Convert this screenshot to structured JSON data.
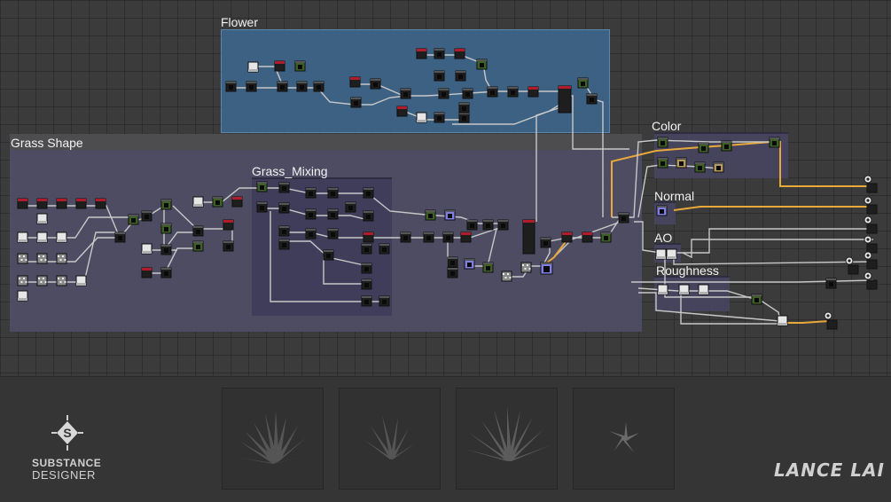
{
  "frames": {
    "flower": {
      "title": "Flower"
    },
    "grass_shape": {
      "title": "Grass Shape"
    },
    "grass_mixing": {
      "title": "Grass_Mixing"
    },
    "color": {
      "title": "Color"
    },
    "normal": {
      "title": "Normal"
    },
    "ao": {
      "title": "AO"
    },
    "roughness": {
      "title": "Roughness"
    }
  },
  "colors": {
    "canvas_bg": "#3b3b3b",
    "flower_frame": "#3d6387",
    "grass_frame": "#4b4a60",
    "grass_mixing_frame": "#403e5a",
    "color_frame": "#46455e",
    "link": "#c8c8c8",
    "link_highlight": "#e9a83a",
    "node_dark": "#1e1e1e",
    "node_red": "#b01c2a",
    "node_green": "#3d6124",
    "node_tan": "#b49a5c",
    "node_blue": "#7f7fe6"
  },
  "previews": [
    {
      "name": "grass-wide-preview"
    },
    {
      "name": "grass-small-preview"
    },
    {
      "name": "grass-bush-preview"
    },
    {
      "name": "flower-star-preview"
    }
  ],
  "branding": {
    "logo_line1": "SUBSTANCE",
    "logo_line2": "DESIGNER",
    "logo_icon": "substance-s-icon",
    "signature": "LANCE LAI"
  }
}
